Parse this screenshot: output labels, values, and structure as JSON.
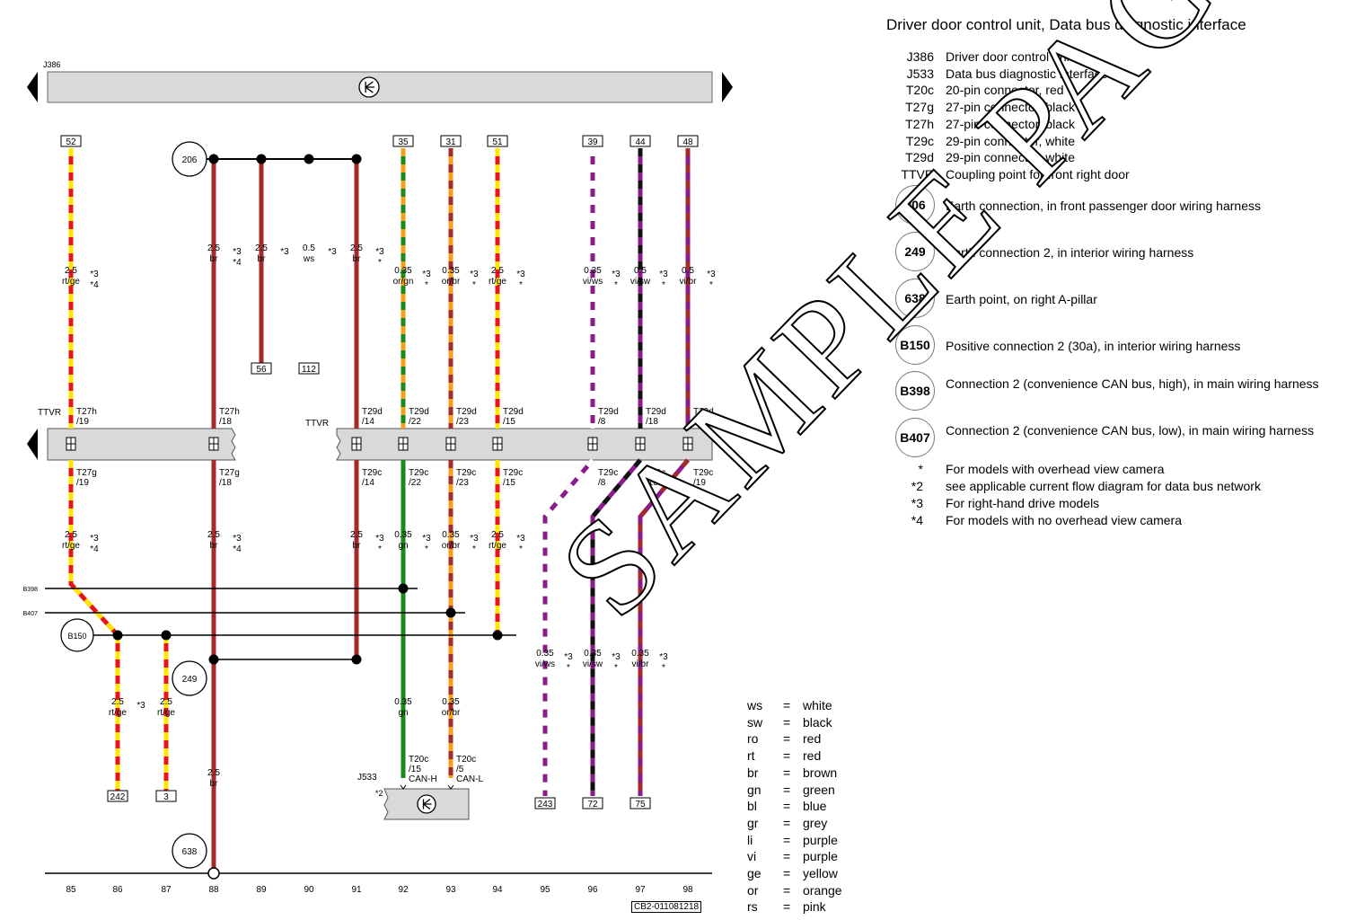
{
  "title": "Driver door control unit, Data bus diagnostic interface",
  "component_labels": {
    "top_unit": "J386",
    "bottom_unit": "J533",
    "bottom_unit_note": "*2"
  },
  "legend": [
    {
      "code": "J386",
      "desc": "Driver door control unit"
    },
    {
      "code": "J533",
      "desc": "Data bus diagnostic interface"
    },
    {
      "code": "T20c",
      "desc": "20-pin connector, red"
    },
    {
      "code": "T27g",
      "desc": "27-pin connector, black"
    },
    {
      "code": "T27h",
      "desc": "27-pin connector, black"
    },
    {
      "code": "T29c",
      "desc": "29-pin connector, white"
    },
    {
      "code": "T29d",
      "desc": "29-pin connector, white"
    },
    {
      "code": "TTVR",
      "desc": "Coupling point for front right door"
    }
  ],
  "earth_points": [
    {
      "code": "206",
      "desc": "Earth connection, in front passenger door wiring harness"
    },
    {
      "code": "249",
      "desc": "Earth connection 2, in interior wiring harness"
    },
    {
      "code": "638",
      "desc": "Earth point, on right A-pillar"
    },
    {
      "code": "B150",
      "desc": "Positive connection 2 (30a), in interior wiring harness"
    },
    {
      "code": "B398",
      "desc": "Connection 2 (convenience CAN bus, high), in main wiring harness"
    },
    {
      "code": "B407",
      "desc": "Connection 2 (convenience CAN bus, low), in main wiring harness"
    }
  ],
  "notes": [
    {
      "code": "*",
      "desc": "For models with overhead view camera"
    },
    {
      "code": "*2",
      "desc": "see applicable current flow diagram for data bus network"
    },
    {
      "code": "*3",
      "desc": "For right-hand drive models"
    },
    {
      "code": "*4",
      "desc": "For models with no overhead view camera"
    }
  ],
  "color_codes": [
    {
      "abbr": "ws",
      "eq": "=",
      "name": "white"
    },
    {
      "abbr": "sw",
      "eq": "=",
      "name": "black"
    },
    {
      "abbr": "ro",
      "eq": "=",
      "name": "red"
    },
    {
      "abbr": "rt",
      "eq": "=",
      "name": "red"
    },
    {
      "abbr": "br",
      "eq": "=",
      "name": "brown"
    },
    {
      "abbr": "gn",
      "eq": "=",
      "name": "green"
    },
    {
      "abbr": "bl",
      "eq": "=",
      "name": "blue"
    },
    {
      "abbr": "gr",
      "eq": "=",
      "name": "grey"
    },
    {
      "abbr": "li",
      "eq": "=",
      "name": "purple"
    },
    {
      "abbr": "vi",
      "eq": "=",
      "name": "purple"
    },
    {
      "abbr": "ge",
      "eq": "=",
      "name": "yellow"
    },
    {
      "abbr": "or",
      "eq": "=",
      "name": "orange"
    },
    {
      "abbr": "rs",
      "eq": "=",
      "name": "pink"
    }
  ],
  "columns": [
    "85",
    "86",
    "87",
    "88",
    "89",
    "90",
    "91",
    "92",
    "93",
    "94",
    "95",
    "96",
    "97",
    "98"
  ],
  "top_terminals": [
    "52",
    "35",
    "31",
    "51",
    "39",
    "44",
    "48"
  ],
  "bottom_terminals": [
    "56",
    "112",
    "242",
    "3",
    "243",
    "72",
    "75"
  ],
  "earth_labels": [
    "206",
    "249",
    "638",
    "B150"
  ],
  "bus_labels": [
    "B398",
    "B407"
  ],
  "coupling_label": "TTVR",
  "wire_labels": {
    "w85a": [
      "2.5",
      "rt/ge",
      "*3",
      "*4"
    ],
    "w85b": [
      "2.5",
      "rt/ge",
      "*3",
      "*4"
    ],
    "w86": [
      "2.5",
      "rt/ge",
      "*3"
    ],
    "w87": [
      "2.5",
      "rt/ge"
    ],
    "w88a": [
      "2.5",
      "br",
      "*3",
      "*4"
    ],
    "w88b": [
      "2.5",
      "br",
      "*3",
      "*4"
    ],
    "w88c": [
      "2.5",
      "br"
    ],
    "w89": [
      "2.5",
      "br",
      "*3"
    ],
    "w90": [
      "0.5",
      "ws",
      "*3"
    ],
    "w91a": [
      "2.5",
      "br",
      "*3",
      "*"
    ],
    "w91b": [
      "2.5",
      "br",
      "*3",
      "*"
    ],
    "w92a": [
      "0.35",
      "or/gn",
      "*3",
      "*"
    ],
    "w92b": [
      "0.35",
      "gn",
      "*3",
      "*"
    ],
    "w92c": [
      "0.35",
      "gn"
    ],
    "w93a": [
      "0.35",
      "or/br",
      "*3",
      "*"
    ],
    "w93b": [
      "0.35",
      "or/br",
      "*3",
      "*"
    ],
    "w93c": [
      "0.35",
      "or/br"
    ],
    "w94a": [
      "2.5",
      "rt/ge",
      "*3",
      "*"
    ],
    "w94b": [
      "2.5",
      "rt/ge",
      "*3",
      "*"
    ],
    "w95a": [
      "0.35",
      "vi/ws",
      "*3",
      "*"
    ],
    "w95b": [
      "0.35",
      "vi/ws",
      "*3",
      "*"
    ],
    "w96a": [
      "0.5",
      "vi/sw",
      "*3",
      "*"
    ],
    "w96b": [
      "0.35",
      "vi/sw",
      "*3",
      "*"
    ],
    "w97a": [
      "0.5",
      "vi/br",
      "*3",
      "*"
    ],
    "w97b": [
      "0.35",
      "vi/br",
      "*3",
      "*"
    ]
  },
  "pin_labels_upper": [
    [
      "T27h",
      "/19"
    ],
    [
      "T27h",
      "/18"
    ],
    [
      "T29d",
      "/14"
    ],
    [
      "T29d",
      "/22"
    ],
    [
      "T29d",
      "/23"
    ],
    [
      "T29d",
      "/15"
    ],
    [
      "T29d",
      "/8"
    ],
    [
      "T29d",
      "/18"
    ],
    [
      "T29d",
      "/19"
    ]
  ],
  "pin_labels_lower": [
    [
      "T27g",
      "/19"
    ],
    [
      "T27g",
      "/18"
    ],
    [
      "T29c",
      "/14"
    ],
    [
      "T29c",
      "/22"
    ],
    [
      "T29c",
      "/23"
    ],
    [
      "T29c",
      "/15"
    ],
    [
      "T29c",
      "/8"
    ],
    [
      "T29c",
      "/18"
    ],
    [
      "T29c",
      "/19"
    ]
  ],
  "j533_pins": [
    [
      "T20c",
      "/15",
      "CAN-H"
    ],
    [
      "T20c",
      "/5",
      "CAN-L"
    ]
  ],
  "footer_code": "CB2-011081218",
  "watermark": "SAMPLE PAGE",
  "colors": {
    "red": "#e8141c",
    "yellow": "#ffe500",
    "brown": "#a52a2a",
    "green": "#1a8a1a",
    "orange": "#f5a01a",
    "purple": "#8b1a8b",
    "black": "#111111",
    "white": "#ffffff",
    "grey": "#d9d9d9"
  }
}
